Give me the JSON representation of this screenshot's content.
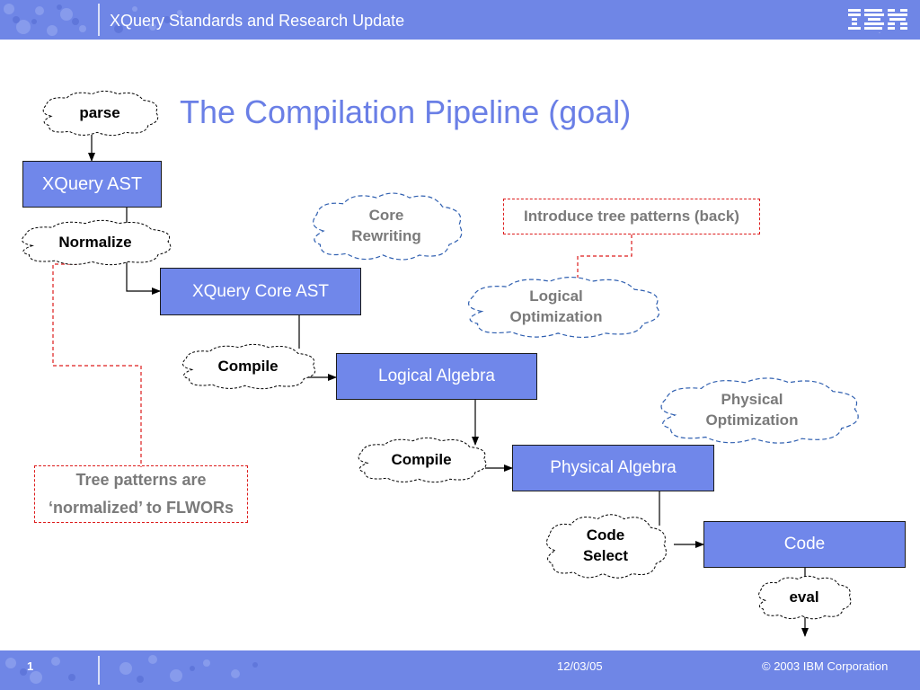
{
  "header": {
    "title": "XQuery Standards and Research Update",
    "logo": "IBM"
  },
  "slide": {
    "title": "The Compilation Pipeline (goal)"
  },
  "boxes": {
    "xquery_ast": "XQuery AST",
    "xquery_core_ast": "XQuery Core AST",
    "logical_algebra": "Logical Algebra",
    "physical_algebra": "Physical Algebra",
    "code": "Code"
  },
  "clouds": {
    "parse": "parse",
    "normalize": "Normalize",
    "compile_1": "Compile",
    "compile_2": "Compile",
    "code_select_line1": "Code",
    "code_select_line2": "Select",
    "eval": "eval",
    "core_rewriting_line1": "Core",
    "core_rewriting_line2": "Rewriting",
    "logical_optimization_line1": "Logical",
    "logical_optimization_line2": "Optimization",
    "physical_optimization_line1": "Physical",
    "physical_optimization_line2": "Optimization"
  },
  "notes": {
    "tree_patterns_back": "Introduce tree patterns (back)",
    "tree_patterns_normalized_line1": "Tree patterns are",
    "tree_patterns_normalized_line2": "‘normalized’ to FLWORs"
  },
  "footer": {
    "page_number": "1",
    "date": "12/03/05",
    "copyright": "© 2003 IBM Corporation"
  },
  "colors": {
    "banner": "#6f86e6",
    "box_fill": "#7087ea",
    "title": "#6a7fe6",
    "note_border": "#dd1c1c",
    "cloud_blue_dash": "#2f5fb0"
  }
}
